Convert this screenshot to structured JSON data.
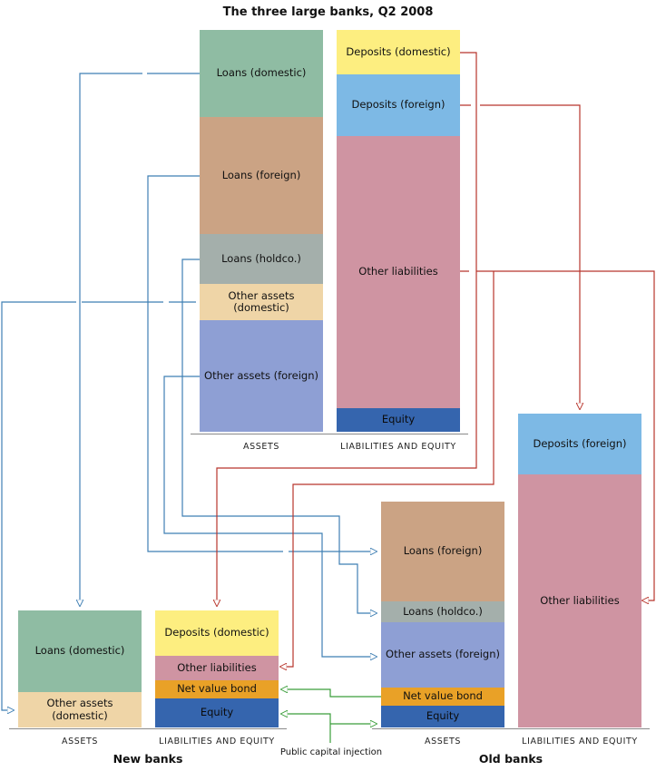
{
  "title": "The three large banks, Q2 2008",
  "colors": {
    "loans_domestic": "#8fbca3",
    "loans_foreign": "#cba384",
    "loans_holdco": "#a4afab",
    "other_assets_domestic": "#efd5a7",
    "other_assets_foreign": "#8e9fd4",
    "deposits_domestic": "#fdee80",
    "deposits_foreign": "#7db9e5",
    "other_liabilities": "#cf94a2",
    "equity": "#3565ae",
    "net_value_bond": "#e9a127",
    "flow_blue": "#3f7fb3",
    "flow_red": "#b8352c",
    "flow_green": "#3a9e3a"
  },
  "top": {
    "assets": [
      {
        "label": "Loans (domestic)"
      },
      {
        "label": "Loans (foreign)"
      },
      {
        "label": "Loans (holdco.)"
      },
      {
        "label": "Other assets (domestic)"
      },
      {
        "label": "Other assets (foreign)"
      }
    ],
    "liabilities": [
      {
        "label": "Deposits (domestic)"
      },
      {
        "label": "Deposits (foreign)"
      },
      {
        "label": "Other liabilities"
      },
      {
        "label": "Equity"
      }
    ],
    "assets_axis": "ASSETS",
    "liabilities_axis": "LIABILITIES AND EQUITY"
  },
  "new_banks": {
    "name": "New banks",
    "assets": [
      {
        "label": "Loans (domestic)"
      },
      {
        "label": "Other assets (domestic)"
      }
    ],
    "liabilities": [
      {
        "label": "Deposits (domestic)"
      },
      {
        "label": "Other liabilities"
      },
      {
        "label": "Net value bond"
      },
      {
        "label": "Equity"
      }
    ],
    "assets_axis": "ASSETS",
    "liabilities_axis": "LIABILITIES AND EQUITY"
  },
  "old_banks": {
    "name": "Old banks",
    "assets": [
      {
        "label": "Loans (foreign)"
      },
      {
        "label": "Loans (holdco.)"
      },
      {
        "label": "Other assets (foreign)"
      },
      {
        "label": "Net value bond"
      },
      {
        "label": "Equity"
      }
    ],
    "liabilities": [
      {
        "label": "Deposits (foreign)"
      },
      {
        "label": "Other liabilities"
      }
    ],
    "assets_axis": "ASSETS",
    "liabilities_axis": "LIABILITIES AND EQUITY"
  },
  "capital_injection_label": "Public capital injection"
}
